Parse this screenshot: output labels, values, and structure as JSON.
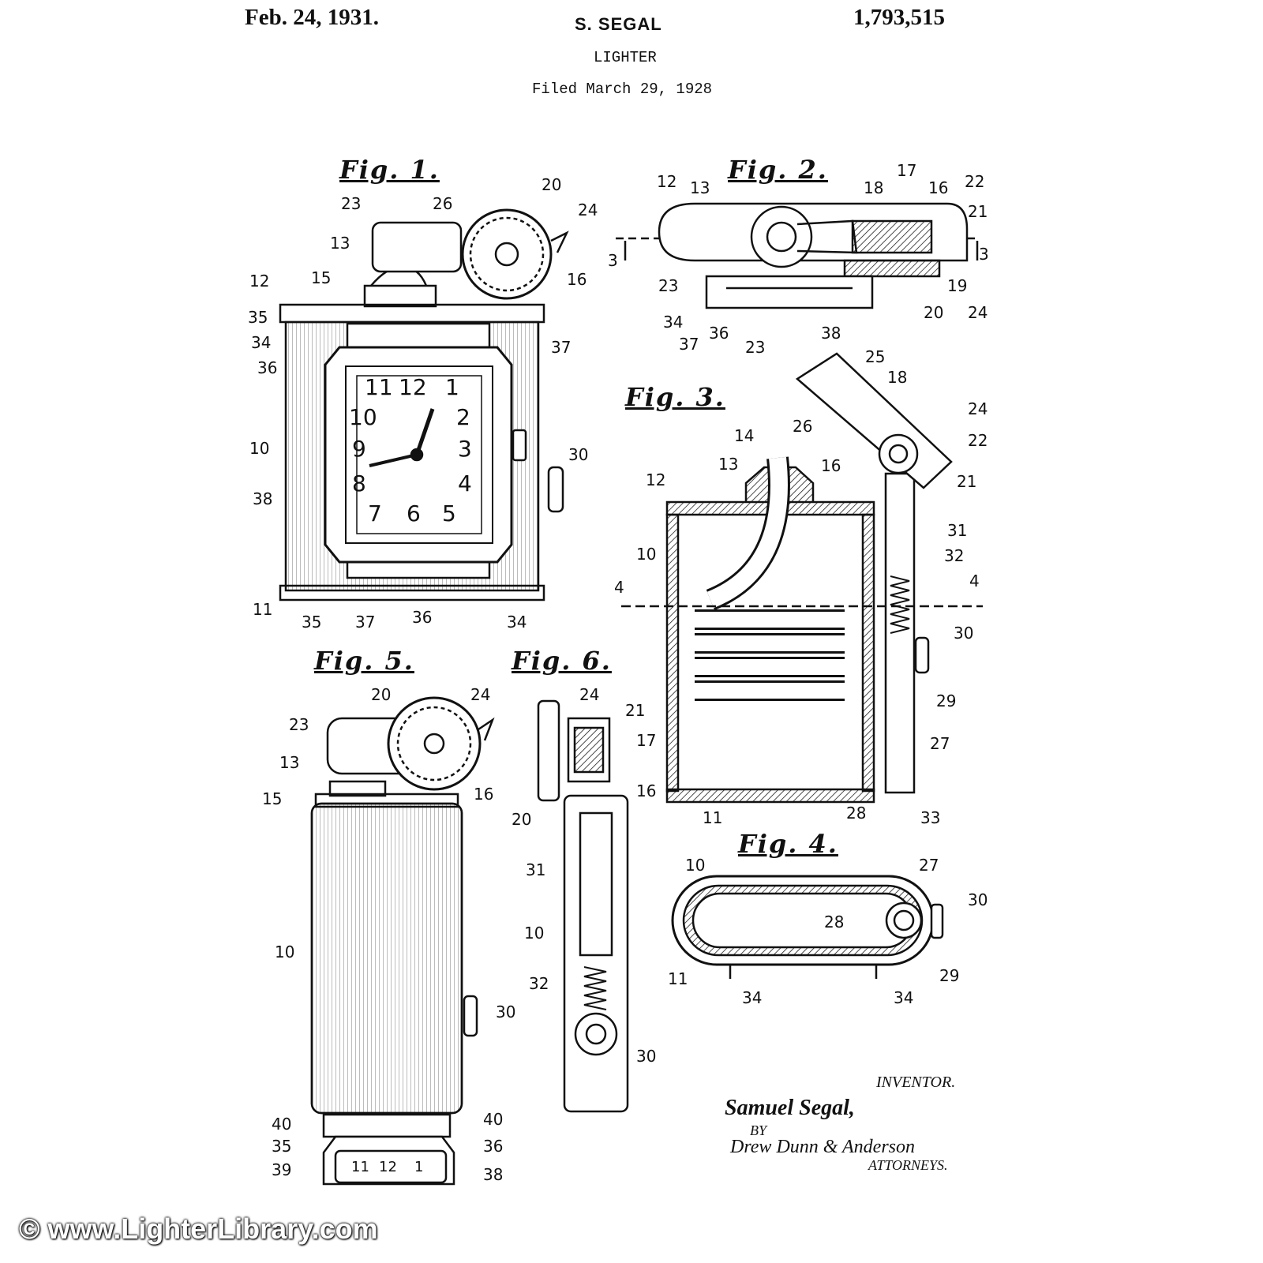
{
  "header": {
    "date": "Feb. 24, 1931.",
    "inventor": "S. SEGAL",
    "patent_number": "1,793,515",
    "title": "LIGHTER",
    "filed": "Filed March 29, 1928"
  },
  "figures": {
    "fig1": "Fig. 1.",
    "fig2": "Fig. 2.",
    "fig3": "Fig. 3.",
    "fig4": "Fig. 4.",
    "fig5": "Fig. 5.",
    "fig6": "Fig. 6."
  },
  "clock_numerals": [
    "11",
    "12",
    "1",
    "10",
    "2",
    "9",
    "3",
    "8",
    "4",
    "7",
    "6",
    "5"
  ],
  "fig5_numerals": [
    "11",
    "12",
    "1"
  ],
  "reference_numerals": {
    "fig1": [
      "20",
      "23",
      "26",
      "24",
      "13",
      "12",
      "15",
      "16",
      "35",
      "34",
      "37",
      "36",
      "10",
      "30",
      "38",
      "11",
      "35",
      "37",
      "36",
      "34"
    ],
    "fig2": [
      "12",
      "13",
      "18",
      "17",
      "16",
      "22",
      "21",
      "3",
      "3",
      "23",
      "19",
      "20",
      "24",
      "34",
      "37",
      "36",
      "38"
    ],
    "fig3": [
      "23",
      "25",
      "18",
      "24",
      "26",
      "22",
      "14",
      "13",
      "16",
      "21",
      "12",
      "31",
      "10",
      "32",
      "4",
      "4",
      "30",
      "29",
      "27",
      "11",
      "28",
      "33"
    ],
    "fig4": [
      "10",
      "27",
      "30",
      "28",
      "29",
      "11",
      "34",
      "34"
    ],
    "fig5": [
      "20",
      "24",
      "23",
      "13",
      "15",
      "16",
      "10",
      "30",
      "40",
      "40",
      "35",
      "36",
      "39",
      "38"
    ],
    "fig6": [
      "24",
      "21",
      "17",
      "16",
      "20",
      "31",
      "10",
      "32",
      "30"
    ]
  },
  "signature": {
    "label": "INVENTOR.",
    "name": "Samuel Segal,",
    "by": "BY",
    "attorneys_signature": "Drew Dunn & Anderson",
    "attorneys_label": "ATTORNEYS."
  },
  "watermark": "© www.LighterLibrary.com"
}
